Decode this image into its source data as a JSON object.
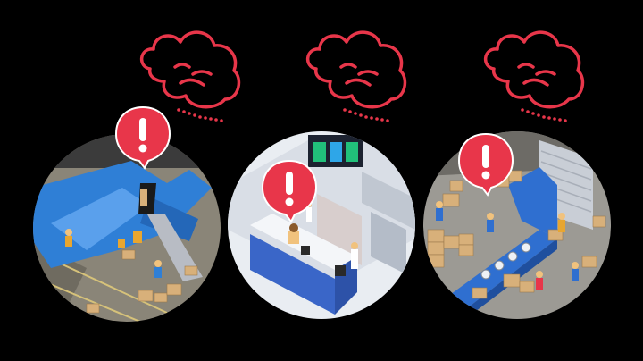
{
  "colors": {
    "background": "#000000",
    "cloud_stroke": "#e8364a",
    "alert_fill": "#e8364a",
    "alert_glyph": "#ffffff",
    "plane_blue": "#2f7fd6",
    "tarmac": "#8a8578",
    "counter_blue": "#3a66c8",
    "floor_light": "#e9edf2",
    "box_tan": "#d8b07a",
    "belt_blue": "#2f6fd0",
    "screen_dark": "#1c2230",
    "screen_green": "#21c07a",
    "screen_blue": "#2ea6e8"
  },
  "icons": {
    "cloud": "sad-cloud-icon",
    "alert": "exclamation-alert-icon"
  },
  "panels": [
    {
      "id": "airport",
      "scene": "airport-tarmac-illustration"
    },
    {
      "id": "checkin",
      "scene": "checkin-counter-illustration"
    },
    {
      "id": "warehouse",
      "scene": "warehouse-conveyor-illustration"
    }
  ]
}
